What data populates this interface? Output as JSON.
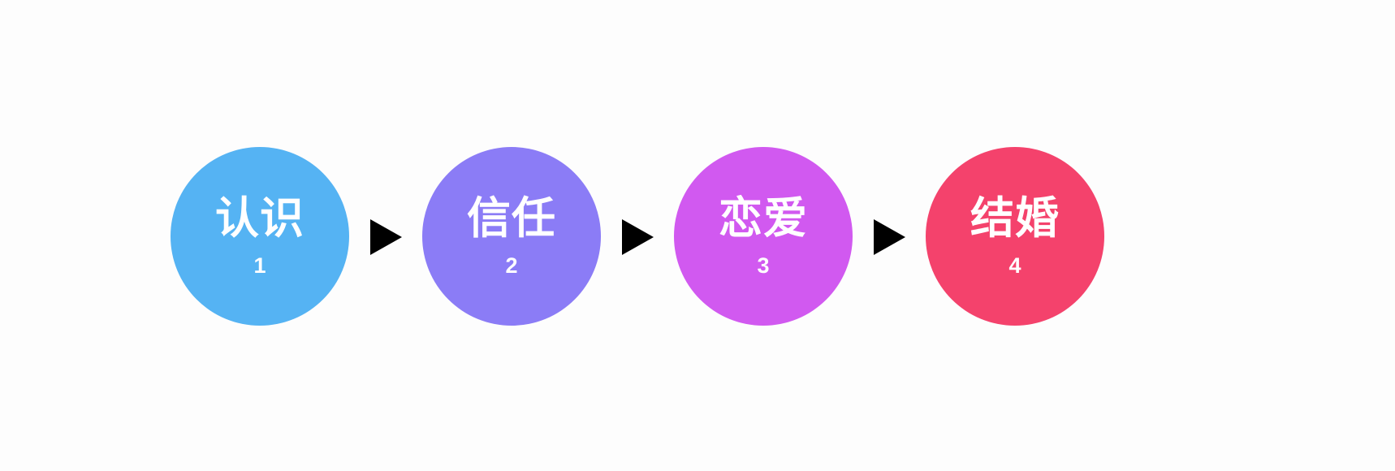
{
  "diagram": {
    "type": "horizontal-process-flow",
    "background_color": "#fdfdfd",
    "arrow_color": "#000000",
    "arrow_glyph": "▶",
    "label_color": "#ffffff",
    "stages": [
      {
        "label": "认识",
        "number": "1",
        "color": "#55b3f3"
      },
      {
        "label": "信任",
        "number": "2",
        "color": "#8b7cf6"
      },
      {
        "label": "恋爱",
        "number": "3",
        "color": "#d159f0"
      },
      {
        "label": "结婚",
        "number": "4",
        "color": "#f4426c"
      }
    ],
    "connectors": [
      {
        "name": "arrow-1-to-2"
      },
      {
        "name": "arrow-2-to-3"
      },
      {
        "name": "arrow-3-to-4"
      }
    ]
  }
}
